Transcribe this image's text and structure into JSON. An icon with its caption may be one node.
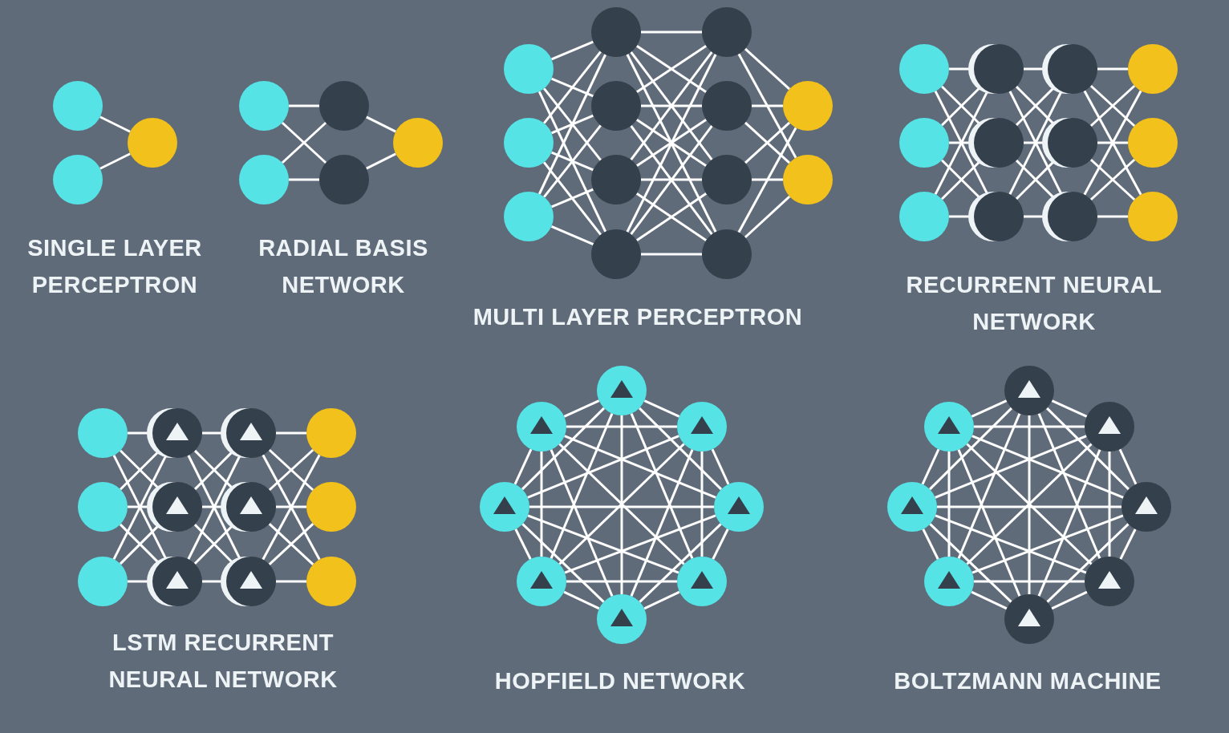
{
  "diagram": {
    "nodes": [
      {
        "text": [],
        "shape": "circle"
      },
      {
        "text": [],
        "shape": "circle"
      },
      {
        "text": [],
        "shape": "circle"
      },
      {
        "text": [],
        "shape": "circle"
      },
      {
        "text": [],
        "shape": "circle"
      },
      {
        "text": [],
        "shape": "circle"
      },
      {
        "text": [],
        "shape": "circle"
      },
      {
        "text": [],
        "shape": "circle"
      },
      {
        "text": [],
        "shape": "circle"
      },
      {
        "text": [],
        "shape": "circle"
      },
      {
        "text": [],
        "shape": "circle"
      },
      {
        "text": [],
        "shape": "circle"
      },
      {
        "text": [],
        "shape": "circle"
      },
      {
        "text": [],
        "shape": "circle"
      },
      {
        "text": [],
        "shape": "circle"
      },
      {
        "text": [],
        "shape": "circle"
      },
      {
        "text": [],
        "shape": "circle"
      },
      {
        "text": [],
        "shape": "circle"
      },
      {
        "text": [],
        "shape": "circle"
      },
      {
        "text": [],
        "shape": "circle"
      },
      {
        "text": [],
        "shape": "circle"
      },
      {
        "text": [],
        "shape": "circle"
      },
      {
        "text": [],
        "shape": "circle"
      },
      {
        "text": [],
        "shape": "circle"
      },
      {
        "text": [],
        "shape": "circle"
      },
      {
        "text": [],
        "shape": "circle"
      },
      {
        "text": [],
        "shape": "circle"
      },
      {
        "text": [],
        "shape": "circle"
      },
      {
        "text": [],
        "shape": "circle"
      },
      {
        "text": [],
        "shape": "circle"
      },
      {
        "text": [],
        "shape": "circle"
      },
      {
        "text": [],
        "shape": "circle"
      },
      {
        "text": [],
        "shape": "circle"
      },
      {
        "text": [],
        "shape": "circle"
      },
      {
        "text": [],
        "shape": "circle"
      },
      {
        "text": [],
        "shape": "circle"
      },
      {
        "text": [],
        "shape": "circle"
      },
      {
        "text": [],
        "shape": "circle"
      },
      {
        "text": [],
        "shape": "circle"
      },
      {
        "text": [],
        "shape": "circle"
      },
      {
        "text": [],
        "shape": "circle"
      },
      {
        "text": [],
        "shape": "circle"
      },
      {
        "text": [],
        "shape": "circle"
      },
      {
        "text": [],
        "shape": "circle"
      },
      {
        "text": [],
        "shape": "circle"
      },
      {
        "text": [],
        "shape": "circle"
      },
      {
        "text": [],
        "shape": "circle"
      },
      {
        "text": [],
        "shape": "circle"
      },
      {
        "text": [],
        "shape": "circle"
      },
      {
        "text": [],
        "shape": "circle"
      },
      {
        "text": [],
        "shape": "circle"
      },
      {
        "text": [],
        "shape": "circle"
      },
      {
        "text": [],
        "shape": "circle"
      },
      {
        "text": [],
        "shape": "circle"
      },
      {
        "text": [],
        "shape": "circle"
      },
      {
        "text": [],
        "shape": "circle"
      },
      {
        "text": [],
        "shape": "circle"
      },
      {
        "text": [],
        "shape": "circle"
      },
      {
        "text": [],
        "shape": "circle"
      },
      {
        "text": [],
        "shape": "circle"
      },
      {
        "text": [],
        "shape": "circle"
      }
    ],
    "edges": [
      {
        "from": 0,
        "to": 2,
        "arrow": "none"
      },
      {
        "from": 1,
        "to": 2,
        "arrow": "none"
      },
      {
        "from": 3,
        "to": 5,
        "arrow": "none"
      },
      {
        "from": 3,
        "to": 6,
        "arrow": "none"
      },
      {
        "from": 4,
        "to": 5,
        "arrow": "none"
      },
      {
        "from": 4,
        "to": 6,
        "arrow": "none"
      },
      {
        "from": 5,
        "to": 7,
        "arrow": "none"
      },
      {
        "from": 6,
        "to": 7,
        "arrow": "none"
      },
      {
        "from": 8,
        "to": 11,
        "arrow": "none"
      },
      {
        "from": 8,
        "to": 12,
        "arrow": "none"
      },
      {
        "from": 8,
        "to": 13,
        "arrow": "none"
      },
      {
        "from": 8,
        "to": 14,
        "arrow": "none"
      },
      {
        "from": 9,
        "to": 11,
        "arrow": "none"
      },
      {
        "from": 9,
        "to": 12,
        "arrow": "none"
      },
      {
        "from": 9,
        "to": 13,
        "arrow": "none"
      },
      {
        "from": 9,
        "to": 14,
        "arrow": "none"
      },
      {
        "from": 10,
        "to": 11,
        "arrow": "none"
      },
      {
        "from": 10,
        "to": 12,
        "arrow": "none"
      },
      {
        "from": 10,
        "to": 13,
        "arrow": "none"
      },
      {
        "from": 10,
        "to": 14,
        "arrow": "none"
      },
      {
        "from": 11,
        "to": 15,
        "arrow": "none"
      },
      {
        "from": 11,
        "to": 16,
        "arrow": "none"
      },
      {
        "from": 11,
        "to": 17,
        "arrow": "none"
      },
      {
        "from": 11,
        "to": 18,
        "arrow": "none"
      },
      {
        "from": 12,
        "to": 15,
        "arrow": "none"
      },
      {
        "from": 12,
        "to": 16,
        "arrow": "none"
      },
      {
        "from": 12,
        "to": 17,
        "arrow": "none"
      },
      {
        "from": 12,
        "to": 18,
        "arrow": "none"
      },
      {
        "from": 13,
        "to": 15,
        "arrow": "none"
      },
      {
        "from": 13,
        "to": 16,
        "arrow": "none"
      },
      {
        "from": 13,
        "to": 17,
        "arrow": "none"
      },
      {
        "from": 13,
        "to": 18,
        "arrow": "none"
      },
      {
        "from": 14,
        "to": 15,
        "arrow": "none"
      },
      {
        "from": 14,
        "to": 16,
        "arrow": "none"
      },
      {
        "from": 14,
        "to": 17,
        "arrow": "none"
      },
      {
        "from": 14,
        "to": 18,
        "arrow": "none"
      },
      {
        "from": 15,
        "to": 19,
        "arrow": "none"
      },
      {
        "from": 15,
        "to": 20,
        "arrow": "none"
      },
      {
        "from": 16,
        "to": 19,
        "arrow": "none"
      },
      {
        "from": 16,
        "to": 20,
        "arrow": "none"
      },
      {
        "from": 17,
        "to": 19,
        "arrow": "none"
      },
      {
        "from": 17,
        "to": 20,
        "arrow": "none"
      },
      {
        "from": 18,
        "to": 19,
        "arrow": "none"
      },
      {
        "from": 18,
        "to": 20,
        "arrow": "none"
      },
      {
        "from": 21,
        "to": 24,
        "arrow": "none"
      },
      {
        "from": 21,
        "to": 25,
        "arrow": "none"
      },
      {
        "from": 21,
        "to": 26,
        "arrow": "none"
      },
      {
        "from": 22,
        "to": 24,
        "arrow": "none"
      },
      {
        "from": 22,
        "to": 25,
        "arrow": "none"
      },
      {
        "from": 22,
        "to": 26,
        "arrow": "none"
      },
      {
        "from": 23,
        "to": 24,
        "arrow": "none"
      },
      {
        "from": 23,
        "to": 25,
        "arrow": "none"
      },
      {
        "from": 23,
        "to": 26,
        "arrow": "none"
      },
      {
        "from": 24,
        "to": 27,
        "arrow": "none"
      },
      {
        "from": 24,
        "to": 28,
        "arrow": "none"
      },
      {
        "from": 24,
        "to": 29,
        "arrow": "none"
      },
      {
        "from": 25,
        "to": 27,
        "arrow": "none"
      },
      {
        "from": 25,
        "to": 28,
        "arrow": "none"
      },
      {
        "from": 25,
        "to": 29,
        "arrow": "none"
      },
      {
        "from": 26,
        "to": 27,
        "arrow": "none"
      },
      {
        "from": 26,
        "to": 28,
        "arrow": "none"
      },
      {
        "from": 26,
        "to": 29,
        "arrow": "none"
      },
      {
        "from": 27,
        "to": 30,
        "arrow": "none"
      },
      {
        "from": 27,
        "to": 31,
        "arrow": "none"
      },
      {
        "from": 27,
        "to": 32,
        "arrow": "none"
      },
      {
        "from": 28,
        "to": 30,
        "arrow": "none"
      },
      {
        "from": 28,
        "to": 31,
        "arrow": "none"
      },
      {
        "from": 28,
        "to": 32,
        "arrow": "none"
      },
      {
        "from": 29,
        "to": 30,
        "arrow": "none"
      },
      {
        "from": 29,
        "to": 31,
        "arrow": "none"
      },
      {
        "from": 29,
        "to": 32,
        "arrow": "none"
      },
      {
        "from": 33,
        "to": 36,
        "arrow": "none"
      },
      {
        "from": 33,
        "to": 37,
        "arrow": "none"
      },
      {
        "from": 33,
        "to": 38,
        "arrow": "none"
      },
      {
        "from": 34,
        "to": 36,
        "arrow": "none"
      },
      {
        "from": 34,
        "to": 37,
        "arrow": "none"
      },
      {
        "from": 34,
        "to": 38,
        "arrow": "none"
      },
      {
        "from": 35,
        "to": 36,
        "arrow": "none"
      },
      {
        "from": 35,
        "to": 37,
        "arrow": "none"
      },
      {
        "from": 35,
        "to": 38,
        "arrow": "none"
      },
      {
        "from": 36,
        "to": 39,
        "arrow": "none"
      },
      {
        "from": 36,
        "to": 40,
        "arrow": "none"
      },
      {
        "from": 36,
        "to": 41,
        "arrow": "none"
      },
      {
        "from": 37,
        "to": 39,
        "arrow": "none"
      },
      {
        "from": 37,
        "to": 40,
        "arrow": "none"
      },
      {
        "from": 37,
        "to": 41,
        "arrow": "none"
      },
      {
        "from": 38,
        "to": 39,
        "arrow": "none"
      },
      {
        "from": 38,
        "to": 40,
        "arrow": "none"
      },
      {
        "from": 38,
        "to": 41,
        "arrow": "none"
      },
      {
        "from": 39,
        "to": 42,
        "arrow": "none"
      },
      {
        "from": 39,
        "to": 43,
        "arrow": "none"
      },
      {
        "from": 39,
        "to": 44,
        "arrow": "none"
      },
      {
        "from": 40,
        "to": 42,
        "arrow": "none"
      },
      {
        "from": 40,
        "to": 43,
        "arrow": "none"
      },
      {
        "from": 40,
        "to": 44,
        "arrow": "none"
      },
      {
        "from": 41,
        "to": 42,
        "arrow": "none"
      },
      {
        "from": 41,
        "to": 43,
        "arrow": "none"
      },
      {
        "from": 41,
        "to": 44,
        "arrow": "none"
      },
      {
        "from": 45,
        "to": 46,
        "arrow": "none"
      },
      {
        "from": 45,
        "to": 47,
        "arrow": "none"
      },
      {
        "from": 45,
        "to": 48,
        "arrow": "none"
      },
      {
        "from": 45,
        "to": 49,
        "arrow": "none"
      },
      {
        "from": 45,
        "to": 50,
        "arrow": "none"
      },
      {
        "from": 45,
        "to": 51,
        "arrow": "none"
      },
      {
        "from": 45,
        "to": 52,
        "arrow": "none"
      },
      {
        "from": 46,
        "to": 47,
        "arrow": "none"
      },
      {
        "from": 46,
        "to": 48,
        "arrow": "none"
      },
      {
        "from": 46,
        "to": 49,
        "arrow": "none"
      },
      {
        "from": 46,
        "to": 50,
        "arrow": "none"
      },
      {
        "from": 46,
        "to": 51,
        "arrow": "none"
      },
      {
        "from": 46,
        "to": 52,
        "arrow": "none"
      },
      {
        "from": 47,
        "to": 48,
        "arrow": "none"
      },
      {
        "from": 47,
        "to": 49,
        "arrow": "none"
      },
      {
        "from": 47,
        "to": 50,
        "arrow": "none"
      },
      {
        "from": 47,
        "to": 51,
        "arrow": "none"
      },
      {
        "from": 47,
        "to": 52,
        "arrow": "none"
      },
      {
        "from": 48,
        "to": 49,
        "arrow": "none"
      },
      {
        "from": 48,
        "to": 50,
        "arrow": "none"
      },
      {
        "from": 48,
        "to": 51,
        "arrow": "none"
      },
      {
        "from": 48,
        "to": 52,
        "arrow": "none"
      },
      {
        "from": 49,
        "to": 50,
        "arrow": "none"
      },
      {
        "from": 49,
        "to": 51,
        "arrow": "none"
      },
      {
        "from": 49,
        "to": 52,
        "arrow": "none"
      },
      {
        "from": 50,
        "to": 51,
        "arrow": "none"
      },
      {
        "from": 50,
        "to": 52,
        "arrow": "none"
      },
      {
        "from": 51,
        "to": 52,
        "arrow": "none"
      },
      {
        "from": 53,
        "to": 54,
        "arrow": "none"
      },
      {
        "from": 53,
        "to": 55,
        "arrow": "none"
      },
      {
        "from": 53,
        "to": 56,
        "arrow": "none"
      },
      {
        "from": 53,
        "to": 57,
        "arrow": "none"
      },
      {
        "from": 53,
        "to": 58,
        "arrow": "none"
      },
      {
        "from": 53,
        "to": 59,
        "arrow": "none"
      },
      {
        "from": 53,
        "to": 60,
        "arrow": "none"
      },
      {
        "from": 54,
        "to": 55,
        "arrow": "none"
      },
      {
        "from": 54,
        "to": 56,
        "arrow": "none"
      },
      {
        "from": 54,
        "to": 57,
        "arrow": "none"
      },
      {
        "from": 54,
        "to": 58,
        "arrow": "none"
      },
      {
        "from": 54,
        "to": 59,
        "arrow": "none"
      },
      {
        "from": 54,
        "to": 60,
        "arrow": "none"
      },
      {
        "from": 55,
        "to": 56,
        "arrow": "none"
      },
      {
        "from": 55,
        "to": 57,
        "arrow": "none"
      },
      {
        "from": 55,
        "to": 58,
        "arrow": "none"
      },
      {
        "from": 55,
        "to": 59,
        "arrow": "none"
      },
      {
        "from": 55,
        "to": 60,
        "arrow": "none"
      },
      {
        "from": 56,
        "to": 57,
        "arrow": "none"
      },
      {
        "from": 56,
        "to": 58,
        "arrow": "none"
      },
      {
        "from": 56,
        "to": 59,
        "arrow": "none"
      },
      {
        "from": 56,
        "to": 60,
        "arrow": "none"
      },
      {
        "from": 57,
        "to": 58,
        "arrow": "none"
      },
      {
        "from": 57,
        "to": 59,
        "arrow": "none"
      },
      {
        "from": 57,
        "to": 60,
        "arrow": "none"
      },
      {
        "from": 58,
        "to": 59,
        "arrow": "none"
      },
      {
        "from": 58,
        "to": 60,
        "arrow": "none"
      },
      {
        "from": 59,
        "to": 60,
        "arrow": "none"
      }
    ],
    "labels": [
      "SINGLE LAYER PERCEPTRON",
      "RADIAL BASIS NETWORK",
      "MULTI LAYER PERCEPTRON",
      "RECURRENT NEURAL NETWORK",
      "LSTM RECURRENT NEURAL NETWORK",
      "HOPFIELD NETWORK",
      "BOLTZMANN MACHINE"
    ]
  }
}
